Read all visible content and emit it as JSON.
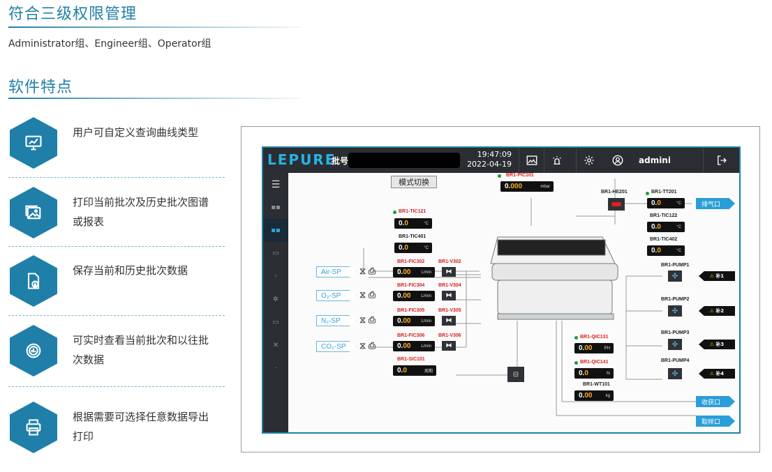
{
  "section1": {
    "title": "符合三级权限管理",
    "subtitle": "Administrator组、Engineer组、Operator组"
  },
  "section2": {
    "title": "软件特点",
    "features": [
      {
        "icon": "monitor-chart-icon",
        "text": "用户可自定义查询曲线类型"
      },
      {
        "icon": "image-gallery-icon",
        "text": "打印当前批次及历史批次图谱或报表"
      },
      {
        "icon": "file-download-icon",
        "text": "保存当前和历史批次数据"
      },
      {
        "icon": "pie-chart-icon",
        "text": "可实时查看当前批次和以往批次数据"
      },
      {
        "icon": "printer-icon",
        "text": "根据需要可选择任意数据导出打印"
      }
    ]
  },
  "hmi": {
    "logo": "LEPURE",
    "batch_label": "批号:",
    "time": "19:47:09",
    "date": "2022-04-19",
    "user": "admini",
    "mode_button": "模式切换",
    "sp_inputs": [
      "Air-SP",
      "O₂-SP",
      "N₂-SP",
      "CO₂-SP"
    ],
    "outlets": {
      "exhaust": "排气口",
      "harvest": "收获口",
      "sample": "取样口"
    },
    "instruments": {
      "pic101": {
        "tag": "BR1-PIC101",
        "int": "0.",
        "dec": "000",
        "unit": "mbar"
      },
      "tic121": {
        "tag": "BR1-TIC121",
        "int": "0.",
        "dec": "0",
        "unit": "°C"
      },
      "tic401": {
        "tag": "BR1-TIC401",
        "int": "0.",
        "dec": "0",
        "unit": "°C"
      },
      "fic302": {
        "tag": "BR1-FIC302",
        "int": "0.",
        "dec": "00",
        "unit": "L/min"
      },
      "fic304": {
        "tag": "BR1-FIC304",
        "int": "0.",
        "dec": "00",
        "unit": "L/min"
      },
      "fic305": {
        "tag": "BR1-FIC305",
        "int": "0.",
        "dec": "00",
        "unit": "L/min"
      },
      "fic306": {
        "tag": "BR1-FIC306",
        "int": "0.",
        "dec": "00",
        "unit": "L/min"
      },
      "sic101": {
        "tag": "BR1-SIC101",
        "int": "0.",
        "dec": "0",
        "unit": "周期"
      },
      "tt201": {
        "tag": "BR1-TT201",
        "int": "0.",
        "dec": "0",
        "unit": "°C"
      },
      "tic122": {
        "tag": "BR1-TIC122",
        "int": "0.",
        "dec": "0",
        "unit": "°C"
      },
      "tic402": {
        "tag": "BR1-TIC402",
        "int": "0.",
        "dec": "0",
        "unit": "°C"
      },
      "qic131": {
        "tag": "BR1-QIC131",
        "int": "0.",
        "dec": "00",
        "unit": "PH"
      },
      "qic141": {
        "tag": "BR1-QIC141",
        "int": "0.",
        "dec": "0",
        "unit": "%"
      },
      "wt101": {
        "tag": "BR1-WT101",
        "int": "0.",
        "dec": "00",
        "unit": "kg"
      }
    },
    "valves": [
      "BR1-V302",
      "BR1-V304",
      "BR1-V305",
      "BR1-V306"
    ],
    "heater": "BR1-HE201",
    "pumps": [
      "BR1-PUMP1",
      "BR1-PUMP2",
      "BR1-PUMP3",
      "BR1-PUMP4"
    ],
    "pump_warnings": [
      "补1",
      "补2",
      "补3",
      "补4"
    ]
  }
}
